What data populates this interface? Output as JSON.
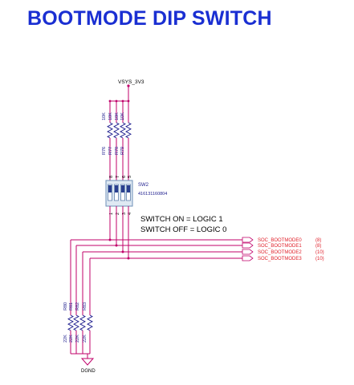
{
  "title": "BOOTMODE DIP SWITCH",
  "power": {
    "net": "VSYS_3V3"
  },
  "pullups": [
    {
      "ref": "R76",
      "value": "10K"
    },
    {
      "ref": "R77",
      "value": "10K"
    },
    {
      "ref": "R78",
      "value": "10K"
    },
    {
      "ref": "R79",
      "value": "10K"
    }
  ],
  "pulldowns": [
    {
      "ref": "R80",
      "value": "22K"
    },
    {
      "ref": "R81",
      "value": "22K"
    },
    {
      "ref": "R82",
      "value": "22K"
    },
    {
      "ref": "R83",
      "value": "22K"
    }
  ],
  "switch": {
    "ref": "SW2",
    "part": "416131160804",
    "top_pins": [
      "8",
      "7",
      "6",
      "5"
    ],
    "bottom_pins": [
      "1",
      "2",
      "3",
      "4"
    ]
  },
  "notes": {
    "on": "SWITCH ON  =  LOGIC 1",
    "off": "SWITCH OFF  =  LOGIC 0"
  },
  "signals": [
    {
      "name": "SOC_BOOTMODE0",
      "page": "(8)"
    },
    {
      "name": "SOC_BOOTMODE1",
      "page": "(8)"
    },
    {
      "name": "SOC_BOOTMODE2",
      "page": "(10)"
    },
    {
      "name": "SOC_BOOTMODE3",
      "page": "(10)"
    }
  ],
  "ground": {
    "net": "DGND"
  },
  "colors": {
    "title": "#1a2fd2",
    "wire": "#c0006a",
    "signal_text": "#e0202a",
    "component": "#1a1a8c"
  }
}
